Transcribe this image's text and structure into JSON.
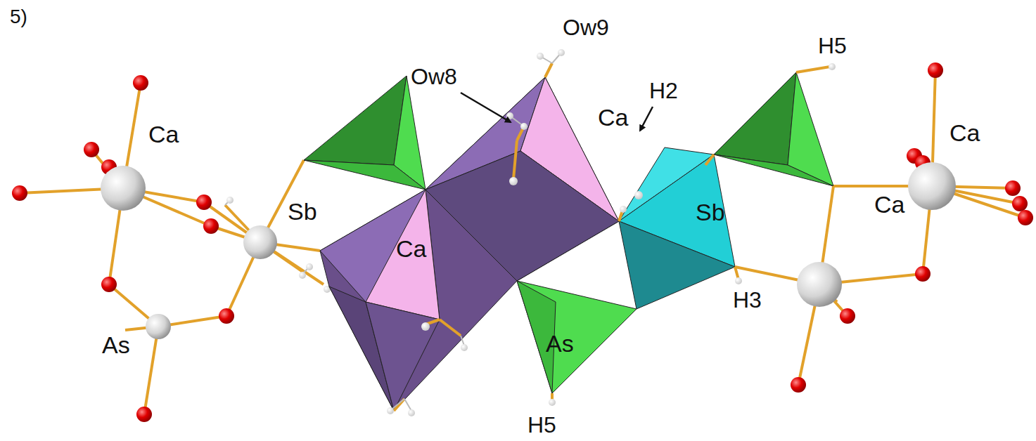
{
  "diagram": {
    "labels": [
      "5)",
      "Ow9",
      "H5",
      "Ow8",
      "H2",
      "Ca",
      "Ca",
      "Sb",
      "Sb",
      "Ca",
      "Ca",
      "Ca",
      "H3",
      "As",
      "As",
      "H5"
    ]
  }
}
